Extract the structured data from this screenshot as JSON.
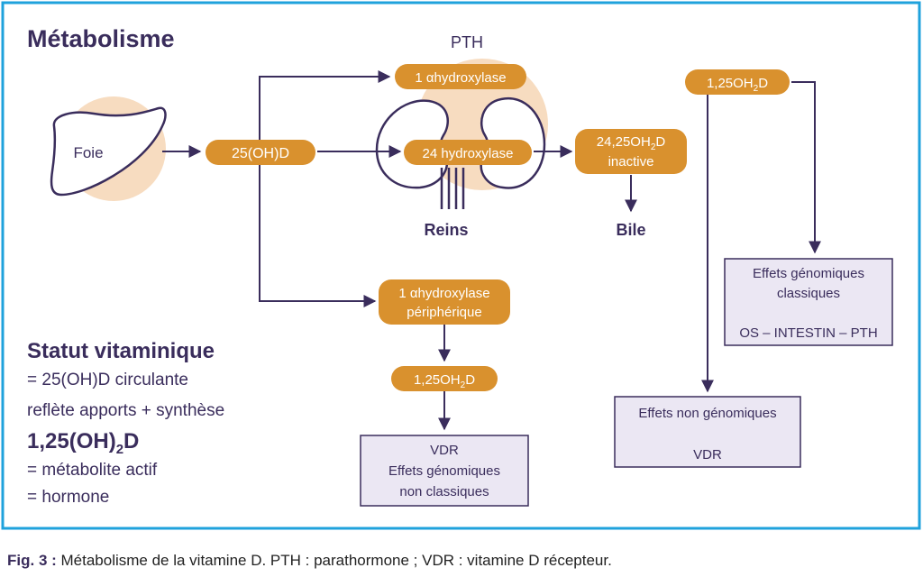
{
  "title": "Métabolisme",
  "organs": {
    "liver": "Foie",
    "kidneys": "Reins",
    "pth": "PTH",
    "bile": "Bile"
  },
  "pills": {
    "calcidiol": "25(OH)D",
    "one_alpha": "1 αhydroxylase",
    "twenty_four": "24 hydroxylase",
    "inactive_line1": "24,25OH",
    "inactive_sub": "2",
    "inactive_suffix": "D",
    "inactive_line2": "inactive",
    "right_line": "1,25OH",
    "right_sub": "2",
    "right_suffix": "D",
    "peripheral_line1": "1 αhydroxylase",
    "peripheral_line2": "périphérique",
    "peripheral_out": "1,25OH",
    "peripheral_out_sub": "2",
    "peripheral_out_suffix": "D"
  },
  "boxes": {
    "vdr_line1": "VDR",
    "vdr_line2": "Effets génomiques",
    "vdr_line3": "non classiques",
    "classic_line1": "Effets génomiques",
    "classic_line2": "classiques",
    "classic_line3": "OS – INTESTIN – PTH",
    "nongenomic_line1": "Effets non génomiques",
    "nongenomic_line2": "VDR"
  },
  "status": {
    "heading": "Statut vitaminique",
    "line1": "= 25(OH)D circulante",
    "line2": "reflète apports + synthèse",
    "heading2": "1,25(OH)",
    "heading2_sub": "2",
    "heading2_suffix": "D",
    "line3": "= métabolite actif",
    "line4": "= hormone"
  },
  "caption": {
    "label": "Fig. 3 :",
    "text": " Métabolisme de la vitamine D. PTH : parathormone ; VDR : vitamine D récepteur."
  },
  "colors": {
    "frame": "#1fa2dc",
    "pill": "#d9912e",
    "halo": "#f7dcc0",
    "box": "#ebe7f3",
    "ink": "#3a2d5c",
    "arrow": "#3a2d5c"
  }
}
